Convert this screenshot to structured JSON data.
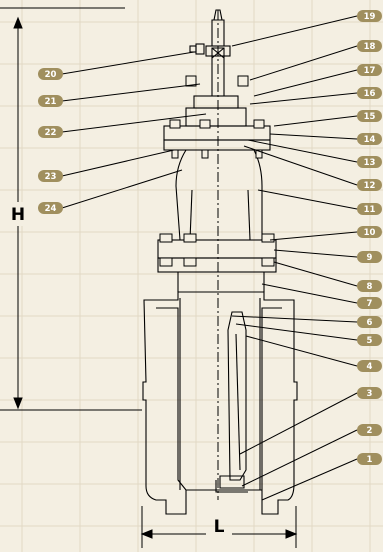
{
  "colors": {
    "background": "#f4efe2",
    "grid": "#e2d9c4",
    "line": "#000000",
    "badge": "#a08f5e",
    "badge_text": "#ffffff"
  },
  "dimensions": {
    "height_label": "H",
    "length_label": "L"
  },
  "callouts": {
    "right": [
      "19",
      "18",
      "17",
      "16",
      "15",
      "14",
      "13",
      "12",
      "11",
      "10",
      "9",
      "8",
      "7",
      "6",
      "5",
      "4",
      "3",
      "2",
      "1"
    ],
    "left": [
      "20",
      "21",
      "22",
      "23",
      "24"
    ]
  }
}
